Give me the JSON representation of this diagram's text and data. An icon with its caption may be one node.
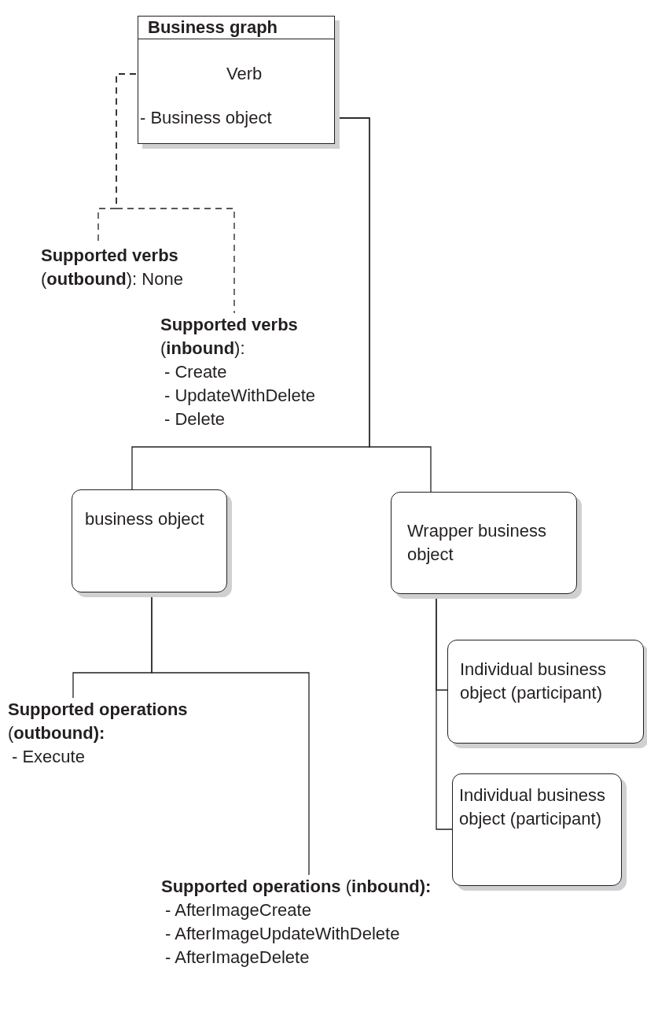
{
  "diagram": {
    "nodes": [
      {
        "text": [
          "Business graph"
        ]
      },
      {
        "text": [
          "Verb"
        ],
        "in": 0
      },
      {
        "text": [
          "- Business object"
        ],
        "in": 0
      },
      {
        "text": [
          "**Supported verbs** (**outbound**): None"
        ]
      },
      {
        "text": [
          "**Supported verbs** (**inbound**):",
          "- Create",
          "- UpdateWithDelete",
          "- Delete"
        ]
      },
      {
        "text": [
          "business object"
        ]
      },
      {
        "text": [
          "Wrapper business object"
        ]
      },
      {
        "text": [
          "Individual business object (participant)"
        ]
      },
      {
        "text": [
          "Individual business object (participant)"
        ]
      },
      {
        "text": [
          "**Supported operations** (**outbound):**",
          "- Execute"
        ]
      },
      {
        "text": [
          "**Supported operations** (**inbound):**",
          "- AfterImageCreate",
          "- AfterImageUpdateWithDelete",
          "- AfterImageDelete"
        ]
      }
    ],
    "edges": [
      {
        "from": 1,
        "to": 3,
        "arrow": "none",
        "style": "dashed"
      },
      {
        "from": 1,
        "to": 4,
        "arrow": "none",
        "style": "dashed"
      },
      {
        "from": 2,
        "to": 5,
        "arrow": "none"
      },
      {
        "from": 2,
        "to": 6,
        "arrow": "none"
      },
      {
        "from": 5,
        "to": 9,
        "arrow": "none"
      },
      {
        "from": 5,
        "to": 10,
        "arrow": "none"
      },
      {
        "from": 6,
        "to": 7,
        "arrow": "none"
      },
      {
        "from": 6,
        "to": 8,
        "arrow": "none"
      }
    ]
  }
}
